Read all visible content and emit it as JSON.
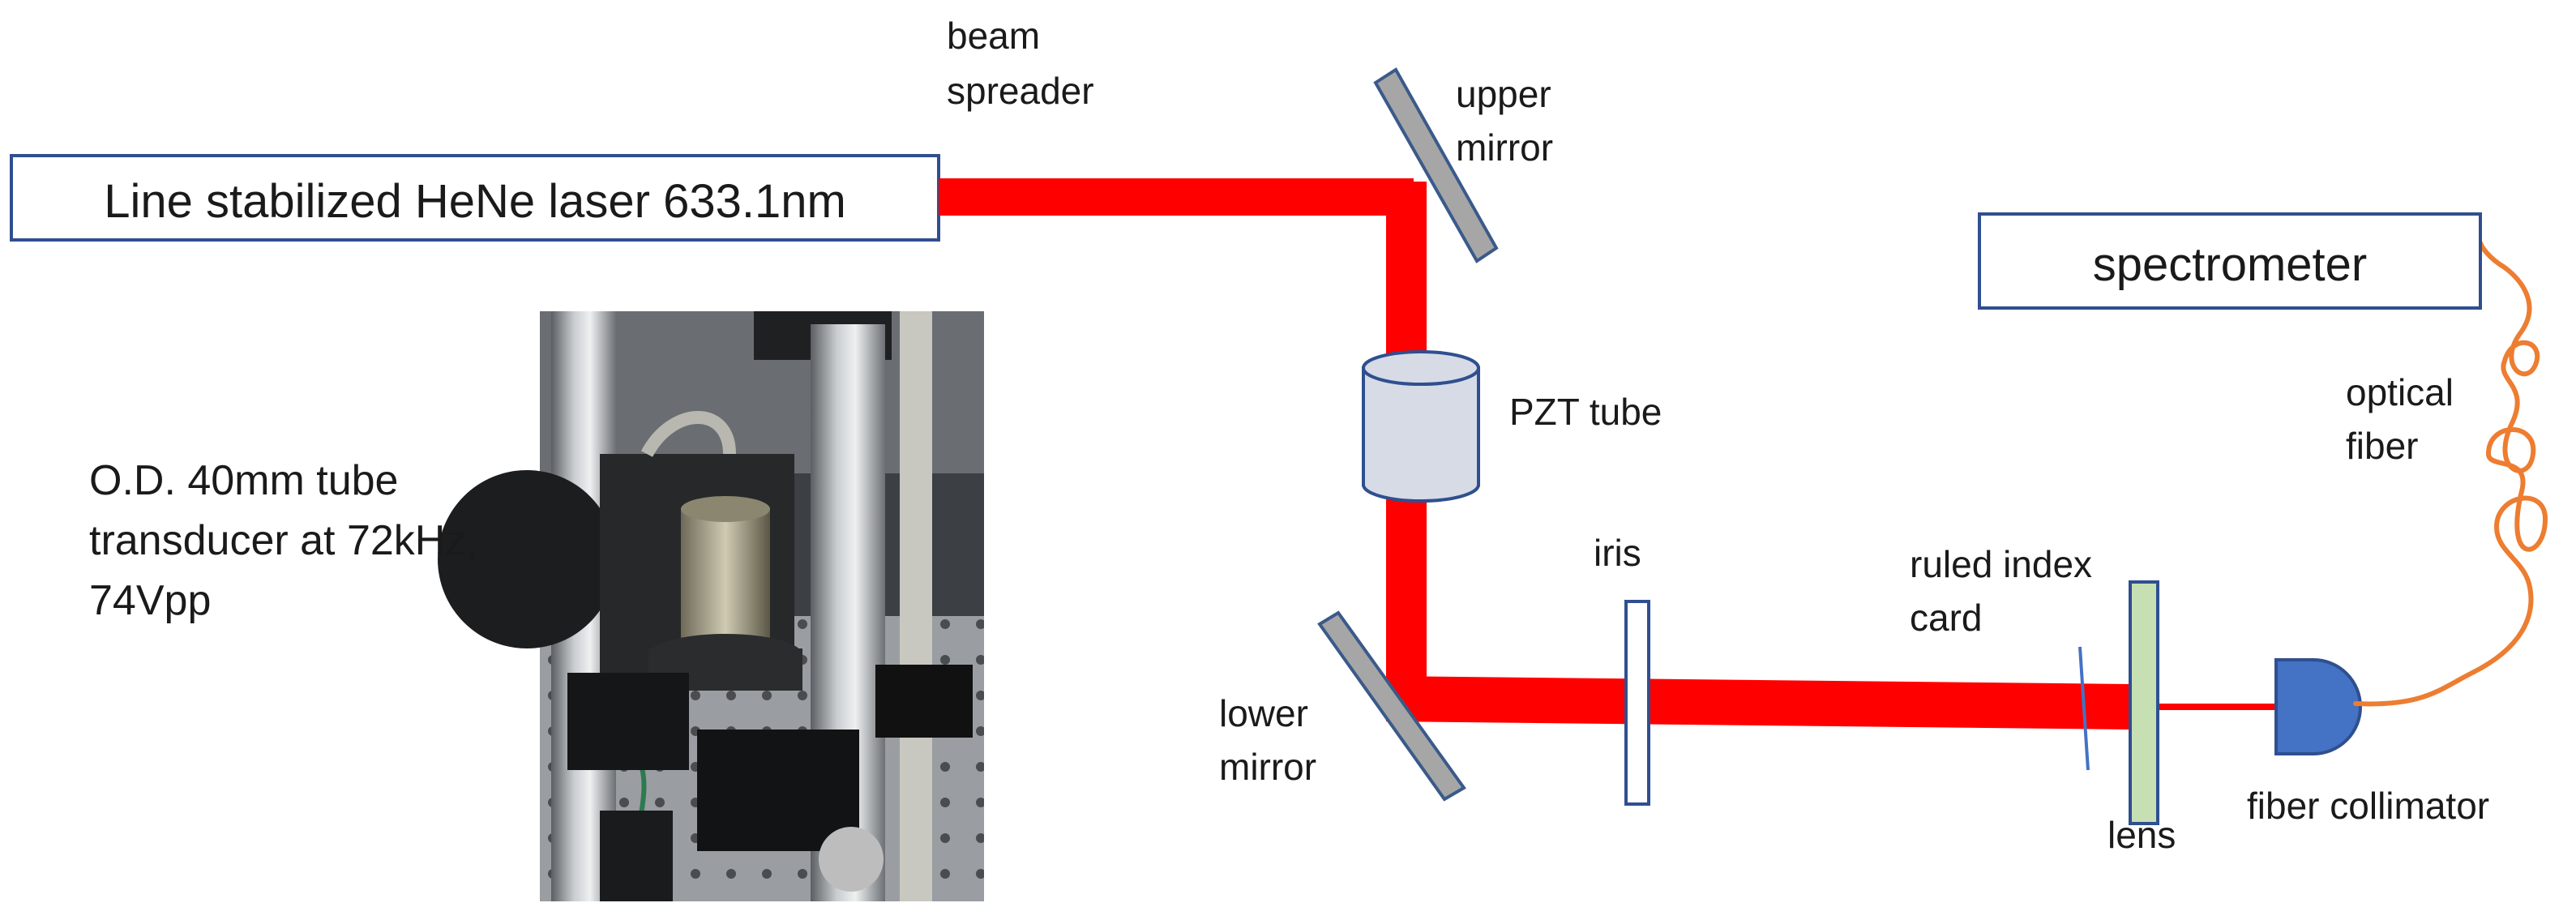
{
  "labels": {
    "laser": "Line stabilized HeNe laser 633.1nm",
    "beam_spreader": [
      "beam",
      "spreader"
    ],
    "upper_mirror": [
      "upper",
      "mirror"
    ],
    "pzt_tube": "PZT tube",
    "iris": "iris",
    "ruled_index_card": [
      "ruled index",
      "card"
    ],
    "lower_mirror": [
      "lower",
      "mirror"
    ],
    "lens": "lens",
    "fiber_collimator": "fiber collimator",
    "spectrometer": "spectrometer",
    "optical_fiber": [
      "optical",
      "fiber"
    ],
    "transducer_note": [
      "O.D. 40mm tube",
      "transducer at 72kHz,",
      "74Vpp"
    ]
  },
  "colors": {
    "beam": "#ff0000",
    "box_border": "#2f4f8f",
    "mirror_fill": "#a6a6a6",
    "mirror_stroke": "#3a5a8a",
    "pzt_fill": "#d6dbe6",
    "lens_fill": "#c6e0b4",
    "collimator_fill": "#4472c4",
    "fiber": "#ed7d31"
  }
}
